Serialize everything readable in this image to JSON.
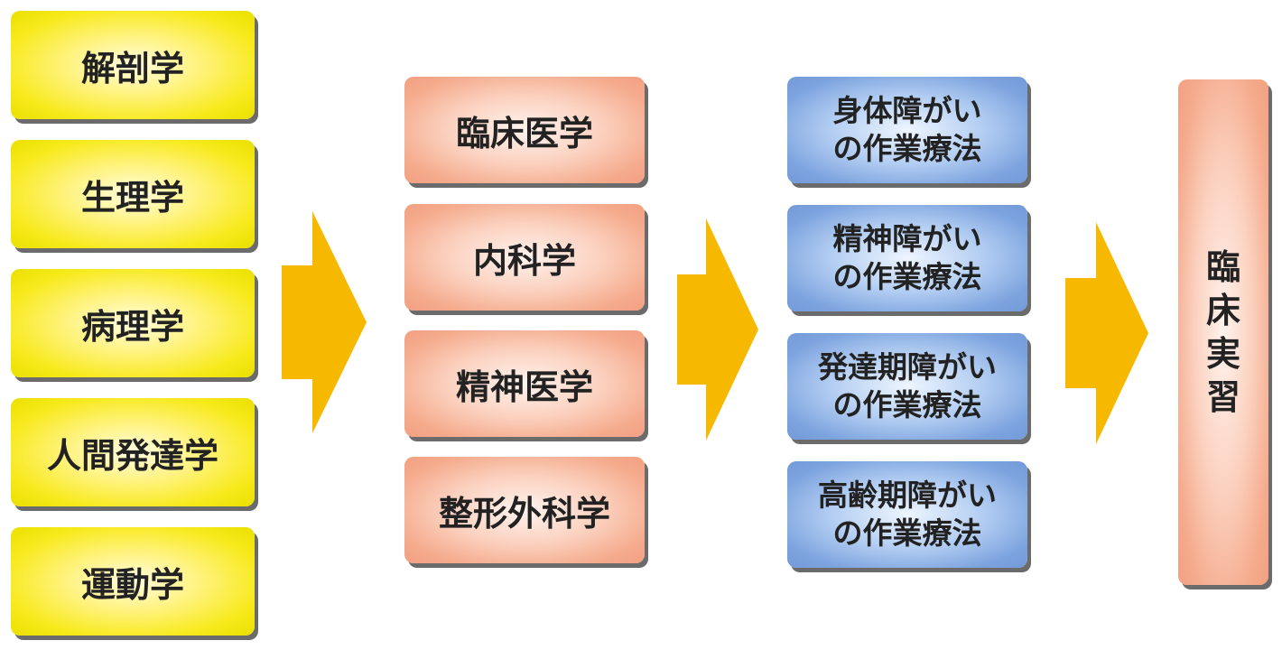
{
  "basic_subjects": [
    "解剖学",
    "生理学",
    "病理学",
    "人間発達学",
    "運動学"
  ],
  "clinical_subjects": [
    "臨床医学",
    "内科学",
    "精神医学",
    "整形外科学"
  ],
  "therapy_subjects": [
    {
      "line1": "身体障がい",
      "line2": "の作業療法"
    },
    {
      "line1": "精神障がい",
      "line2": "の作業療法"
    },
    {
      "line1": "発達期障がい",
      "line2": "の作業療法"
    },
    {
      "line1": "高齢期障がい",
      "line2": "の作業療法"
    }
  ],
  "final_stage": [
    "臨",
    "床",
    "実",
    "習"
  ],
  "colors": {
    "basic": "#f7ea1c",
    "clinical": "#f5ab8d",
    "therapy": "#7ea4df",
    "arrow": "#f7b800"
  }
}
